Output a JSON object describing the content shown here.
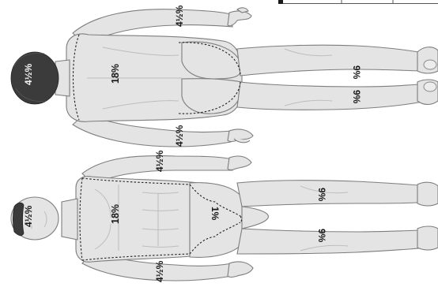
{
  "figures": {
    "back": {
      "head": "4½%",
      "trunk": "18%",
      "arm_upper": "4½%",
      "arm_lower": "4½%",
      "leg_upper": "9%",
      "leg_lower": "9%"
    },
    "front": {
      "head": "4½%",
      "trunk": "18%",
      "genitals": "1%",
      "arm_upper": "4½%",
      "arm_lower": "4½%",
      "leg_upper": "9%",
      "leg_lower": "9%"
    }
  }
}
